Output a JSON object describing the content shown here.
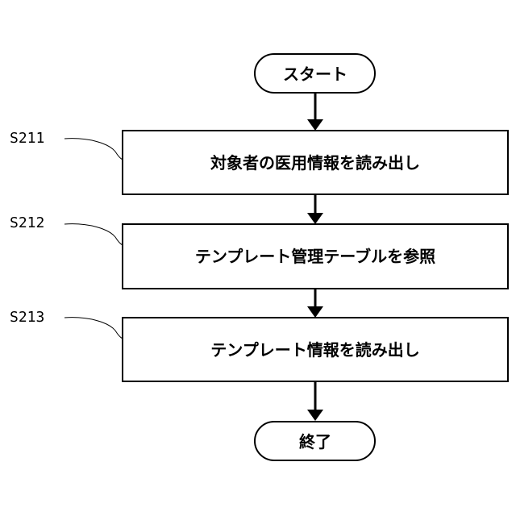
{
  "flowchart": {
    "start": {
      "label": "スタート"
    },
    "end": {
      "label": "終了"
    },
    "steps": [
      {
        "id": "S211",
        "label": "対象者の医用情報を読み出し"
      },
      {
        "id": "S212",
        "label": "テンプレート管理テーブルを参照"
      },
      {
        "id": "S213",
        "label": "テンプレート情報を読み出し"
      }
    ]
  },
  "colors": {
    "stroke": "#000000",
    "fill": "#ffffff"
  }
}
